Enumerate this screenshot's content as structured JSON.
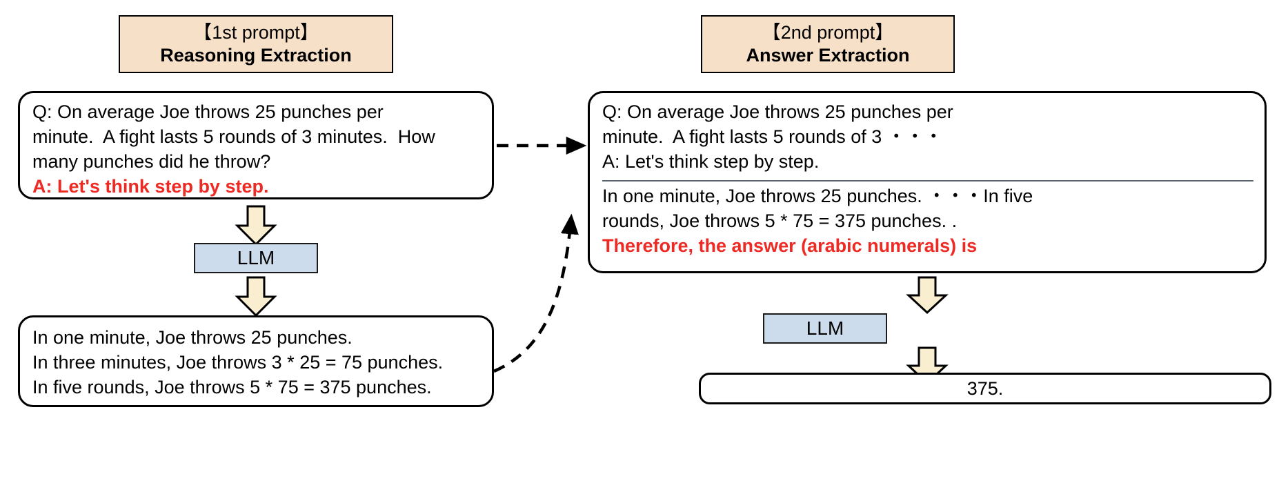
{
  "colors": {
    "header_fill": "#f7e0c8",
    "llm_fill": "#cddcec",
    "arrow_fill": "#faeed0",
    "highlight_red": "#ee2a24",
    "divider": "#5a6470",
    "outline": "#000000"
  },
  "left_panel": {
    "header": {
      "line1": "【1st prompt】",
      "line2": "Reasoning Extraction"
    },
    "prompt_box": {
      "lines": [
        {
          "text": "Q: On average Joe throws 25 punches per",
          "style": "plain"
        },
        {
          "text": "minute.  A fight lasts 5 rounds of 3 minutes.  How",
          "style": "plain"
        },
        {
          "text": "many punches did he throw?",
          "style": "plain"
        },
        {
          "text": "A: Let's think step by step.",
          "style": "red"
        }
      ]
    },
    "model_label": "LLM",
    "output_box": {
      "lines": [
        {
          "text": "In one minute, Joe throws 25 punches.",
          "style": "plain"
        },
        {
          "text": "In three minutes, Joe throws 3 * 25 = 75 punches.",
          "style": "plain"
        },
        {
          "text": "In five rounds, Joe throws 5 * 75 = 375 punches.",
          "style": "plain"
        }
      ]
    }
  },
  "right_panel": {
    "header": {
      "line1": "【2nd prompt】",
      "line2": "Answer Extraction"
    },
    "prompt_box": {
      "top_lines": [
        {
          "text": "Q: On average Joe throws 25 punches per",
          "style": "plain"
        },
        {
          "text": "minute.  A fight lasts 5 rounds of 3 ・・・",
          "style": "plain"
        },
        {
          "text": "A: Let's think step by step.",
          "style": "plain"
        }
      ],
      "bottom_lines": [
        {
          "text": "In one minute, Joe throws 25 punches. ・・・In five",
          "style": "plain"
        },
        {
          "text": "rounds, Joe throws 5 * 75 = 375 punches. .",
          "style": "plain"
        },
        {
          "text": "Therefore, the answer (arabic numerals) is",
          "style": "red"
        }
      ]
    },
    "model_label": "LLM",
    "answer_box": {
      "text": "375."
    }
  },
  "connectors": [
    {
      "name": "prompt-to-second-prompt",
      "style": "dashed-straight"
    },
    {
      "name": "reasoning-to-second-prompt",
      "style": "dashed-curved"
    }
  ]
}
